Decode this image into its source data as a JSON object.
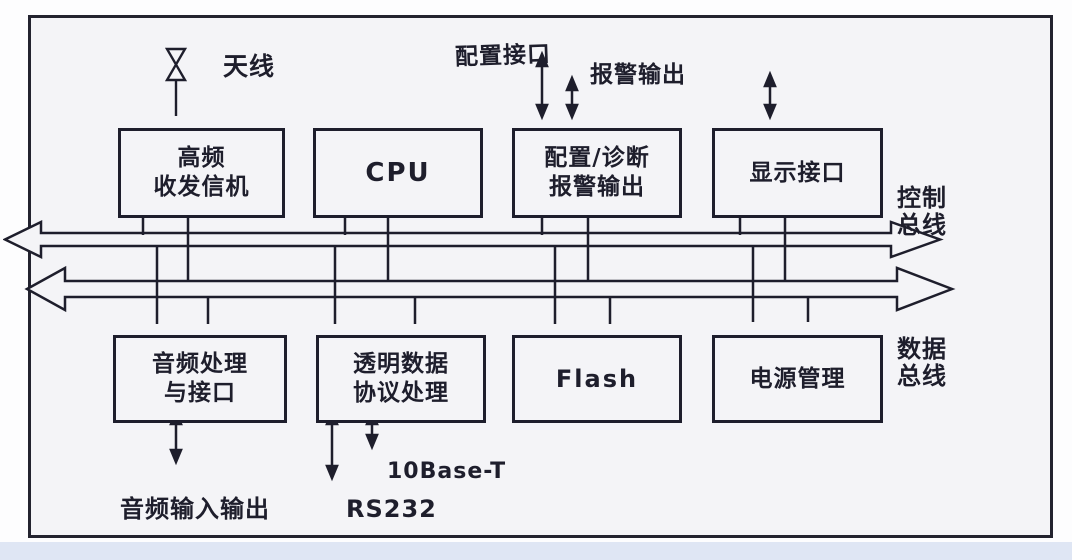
{
  "colors": {
    "ink": "#1e1e2c",
    "paper": "#f4f4f7",
    "outer_background": "#fdfdfe",
    "bottom_band": "#dfe6f4"
  },
  "blocks": {
    "rf": {
      "line1": "高频",
      "line2": "收发信机"
    },
    "cpu": {
      "line1": "CPU"
    },
    "diag": {
      "line1": "配置/诊断",
      "line2": "报警输出"
    },
    "display": {
      "line1": "显示接口"
    },
    "audio": {
      "line1": "音频处理",
      "line2": "与接口"
    },
    "transparent": {
      "line1": "透明数据",
      "line2": "协议处理"
    },
    "flash": {
      "line1": "Flash"
    },
    "power": {
      "line1": "电源管理"
    }
  },
  "buses": {
    "control": {
      "line1": "控制",
      "line2": "总线"
    },
    "data": {
      "line1": "数据",
      "line2": "总线"
    }
  },
  "external": {
    "antenna": "天线",
    "config_port": "配置接口",
    "alarm_output": "报警输出",
    "audio_io": "音频输入输出",
    "rs232": "RS232",
    "ethernet": "10Base-T"
  },
  "icons": {
    "antenna": "dipole-antenna-bowtie"
  }
}
